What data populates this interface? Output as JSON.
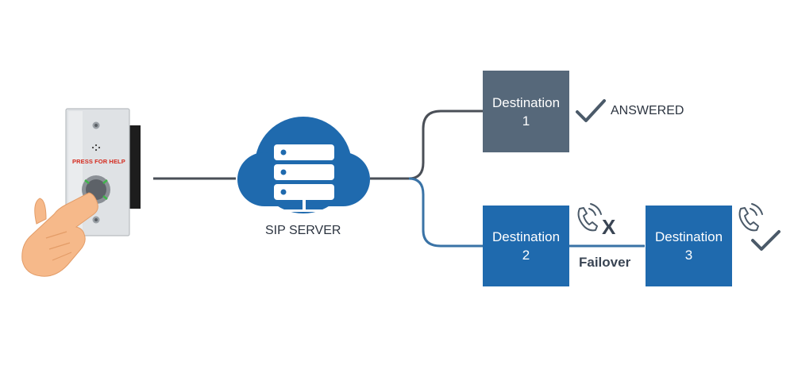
{
  "device": {
    "button_text": "PRESS FOR HELP"
  },
  "server": {
    "label": "SIP SERVER"
  },
  "destinations": [
    {
      "title": "Destination",
      "number": "1",
      "status": "ANSWERED",
      "color": "#56687a"
    },
    {
      "title": "Destination",
      "number": "2",
      "color": "#1f6aae"
    },
    {
      "title": "Destination",
      "number": "3",
      "color": "#1f6aae"
    }
  ],
  "failover": {
    "label": "Failover",
    "fail_mark": "X"
  },
  "colors": {
    "cloud": "#1f6aae",
    "line_gray": "#4a4f57",
    "line_blue": "#3a73a6",
    "check": "#4b5a69"
  },
  "icons": [
    "phone-ringing-icon",
    "check-icon",
    "server-rack-icon",
    "hand-pointer-icon"
  ]
}
